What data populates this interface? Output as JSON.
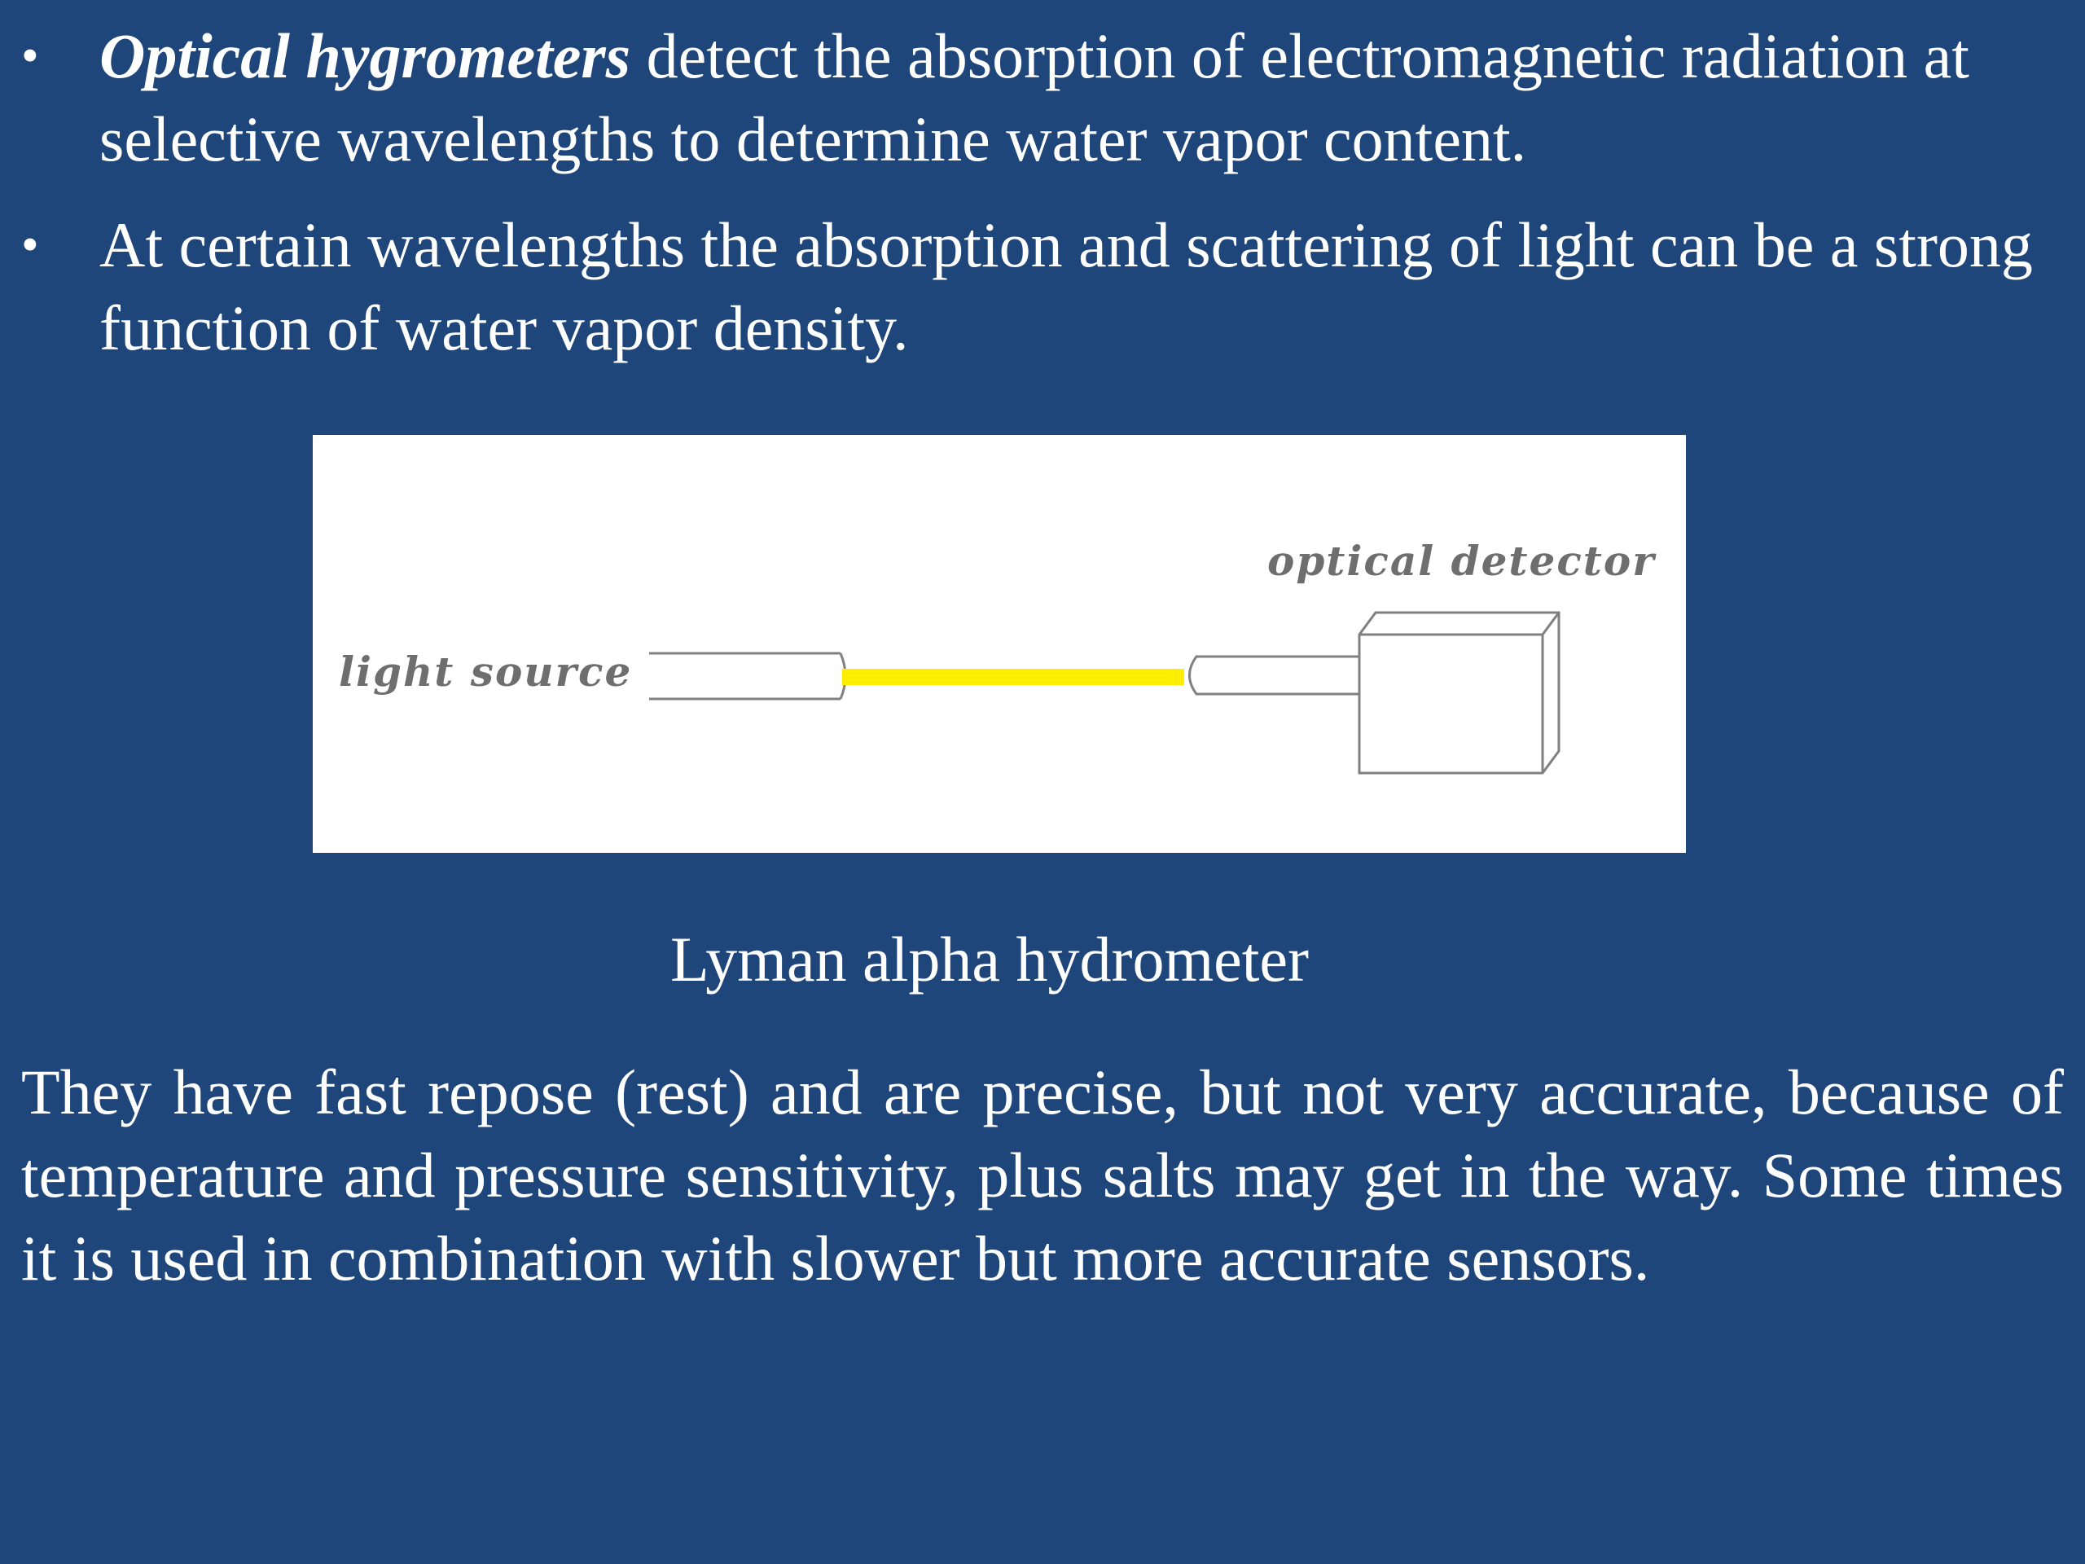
{
  "bullets": [
    {
      "term": "Optical hygrometers",
      "text": " detect the absorption of electromagnetic radiation at selective wavelengths to determine water vapor content."
    },
    {
      "term": "",
      "text": "At certain wavelengths the absorption and scattering of light can be a strong function of water vapor density."
    }
  ],
  "bullet_symbol": "•",
  "figure": {
    "source_label": "light source",
    "detector_label": "optical detector",
    "beam_color": "#ffee00",
    "line_color": "#808080"
  },
  "caption": "Lyman alpha hydrometer",
  "paragraph": "They have fast repose (rest) and are precise, but not very accurate, because of temperature and pressure sensitivity, plus salts may get in the way.  Some times it is used in combination with slower but more accurate sensors.",
  "colors": {
    "background": "#1f467a",
    "text": "#ffffff"
  }
}
